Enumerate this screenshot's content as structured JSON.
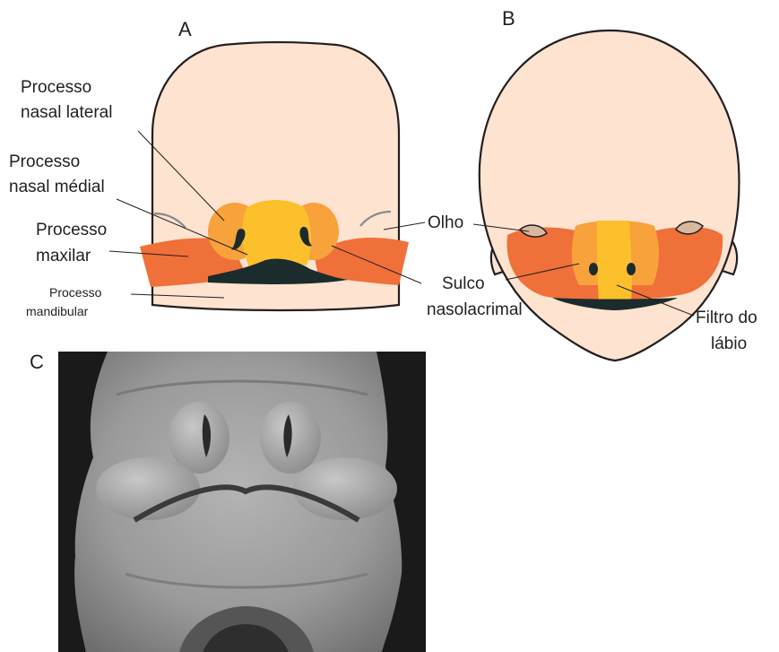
{
  "panels": {
    "a": "A",
    "b": "B",
    "c": "C"
  },
  "labels": {
    "processo_nasal_lateral": [
      "Processo",
      "nasal lateral"
    ],
    "processo_nasal_medial": [
      "Processo",
      "nasal médial"
    ],
    "processo_maxilar": [
      "Processo",
      "maxilar"
    ],
    "processo_mandibular": [
      "Processo",
      "mandibular"
    ],
    "olho": "Olho",
    "sulco_nasolacrimal": [
      "Sulco",
      "nasolacrimal"
    ],
    "filtro_do_labio": [
      "Filtro do",
      "lábio"
    ]
  },
  "colors": {
    "skin": "#fde3d0",
    "maxillary": "#f0703a",
    "lateral_nasal": "#f7a23a",
    "medial_nasal": "#fcc02c",
    "mouth": "#1c2b2b",
    "eye": "#d9b8a0",
    "outline": "#231f20",
    "sem_background": "#1a1a1a",
    "sem_tissue": "#9c9c9c"
  }
}
